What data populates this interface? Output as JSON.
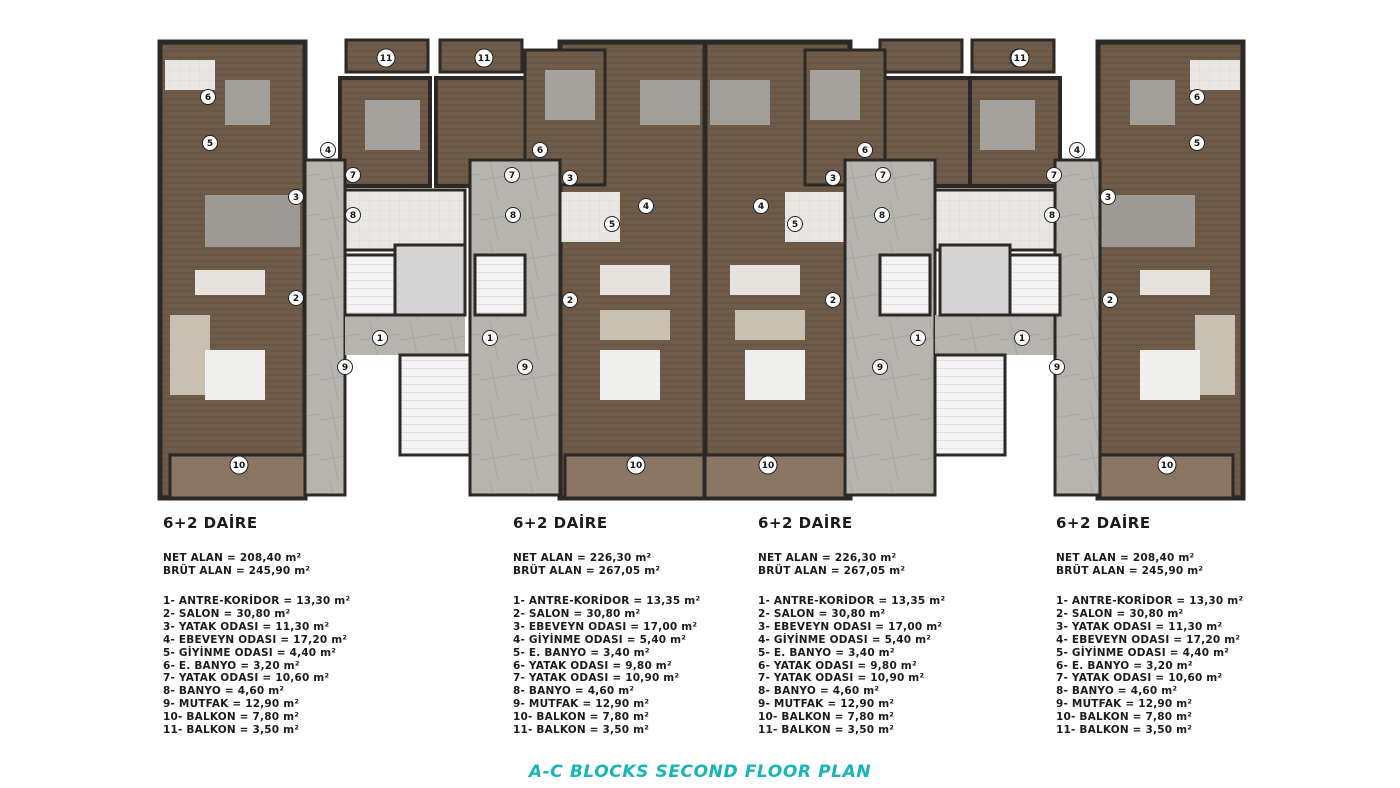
{
  "units": [
    {
      "title": "6+2 DAİRE",
      "net": "NET ALAN = 208,40 m²",
      "brut": "BRÜT ALAN = 245,90 m²",
      "rooms": [
        "1- ANTRE-KORİDOR  = 13,30 m²",
        "2- SALON = 30,80 m²",
        "3- YATAK ODASI = 11,30 m²",
        "4- EBEVEYN ODASI = 17,20 m²",
        "5- GİYİNME ODASI = 4,40 m²",
        "6- E. BANYO = 3,20 m²",
        "7- YATAK ODASI = 10,60 m²",
        "8- BANYO = 4,60 m²",
        "9- MUTFAK = 12,90 m²",
        "10- BALKON = 7,80 m²",
        "11- BALKON = 3,50 m²"
      ]
    },
    {
      "title": "6+2 DAİRE",
      "net": "NET ALAN = 226,30 m²",
      "brut": "BRÜT ALAN = 267,05 m²",
      "rooms": [
        "1- ANTRE-KORİDOR  = 13,35 m²",
        "2- SALON = 30,80 m²",
        "3- EBEVEYN ODASI = 17,00 m²",
        "4- GİYİNME ODASI = 5,40 m²",
        "5- E. BANYO = 3,40 m²",
        "6- YATAK ODASI = 9,80 m²",
        "7- YATAK ODASI = 10,90 m²",
        "8- BANYO = 4,60 m²",
        "9- MUTFAK = 12,90 m²",
        "10- BALKON = 7,80 m²",
        "11- BALKON = 3,50 m²"
      ]
    },
    {
      "title": "6+2 DAİRE",
      "net": "NET ALAN = 226,30 m²",
      "brut": "BRÜT ALAN = 267,05 m²",
      "rooms": [
        "1- ANTRE-KORİDOR  = 13,35 m²",
        "2- SALON = 30,80 m²",
        "3- EBEVEYN ODASI = 17,00 m²",
        "4- GİYİNME ODASI = 5,40 m²",
        "5- E. BANYO = 3,40 m²",
        "6- YATAK ODASI = 9,80 m²",
        "7- YATAK ODASI = 10,90 m²",
        "8- BANYO = 4,60 m²",
        "9- MUTFAK = 12,90 m²",
        "10- BALKON = 7,80 m²",
        "11- BALKON = 3,50 m²"
      ]
    },
    {
      "title": "6+2 DAİRE",
      "net": "NET ALAN = 208,40 m²",
      "brut": "BRÜT ALAN = 245,90 m²",
      "rooms": [
        "1- ANTRE-KORİDOR  = 13,30 m²",
        "2- SALON = 30,80 m²",
        "3- YATAK ODASI = 11,30 m²",
        "4- EBEVEYN ODASI = 17,20 m²",
        "5- GİYİNME ODASI = 4,40 m²",
        "6- E. BANYO = 3,20 m²",
        "7- YATAK ODASI = 10,60 m²",
        "8- BANYO = 4,60 m²",
        "9- MUTFAK = 12,90 m²",
        "10- BALKON = 7,80 m²",
        "11- BALKON = 3,50 m²"
      ]
    }
  ],
  "room_markers": [
    "1",
    "2",
    "3",
    "4",
    "5",
    "6",
    "7",
    "8",
    "9",
    "10",
    "11"
  ],
  "footer_title": "A-C BLOCKS SECOND FLOOR PLAN",
  "colors": {
    "wood_floor": "#6e5a48",
    "corridor": "#b9b7b2",
    "wall": "#3a3632",
    "accent_title": "#17b6b6"
  }
}
